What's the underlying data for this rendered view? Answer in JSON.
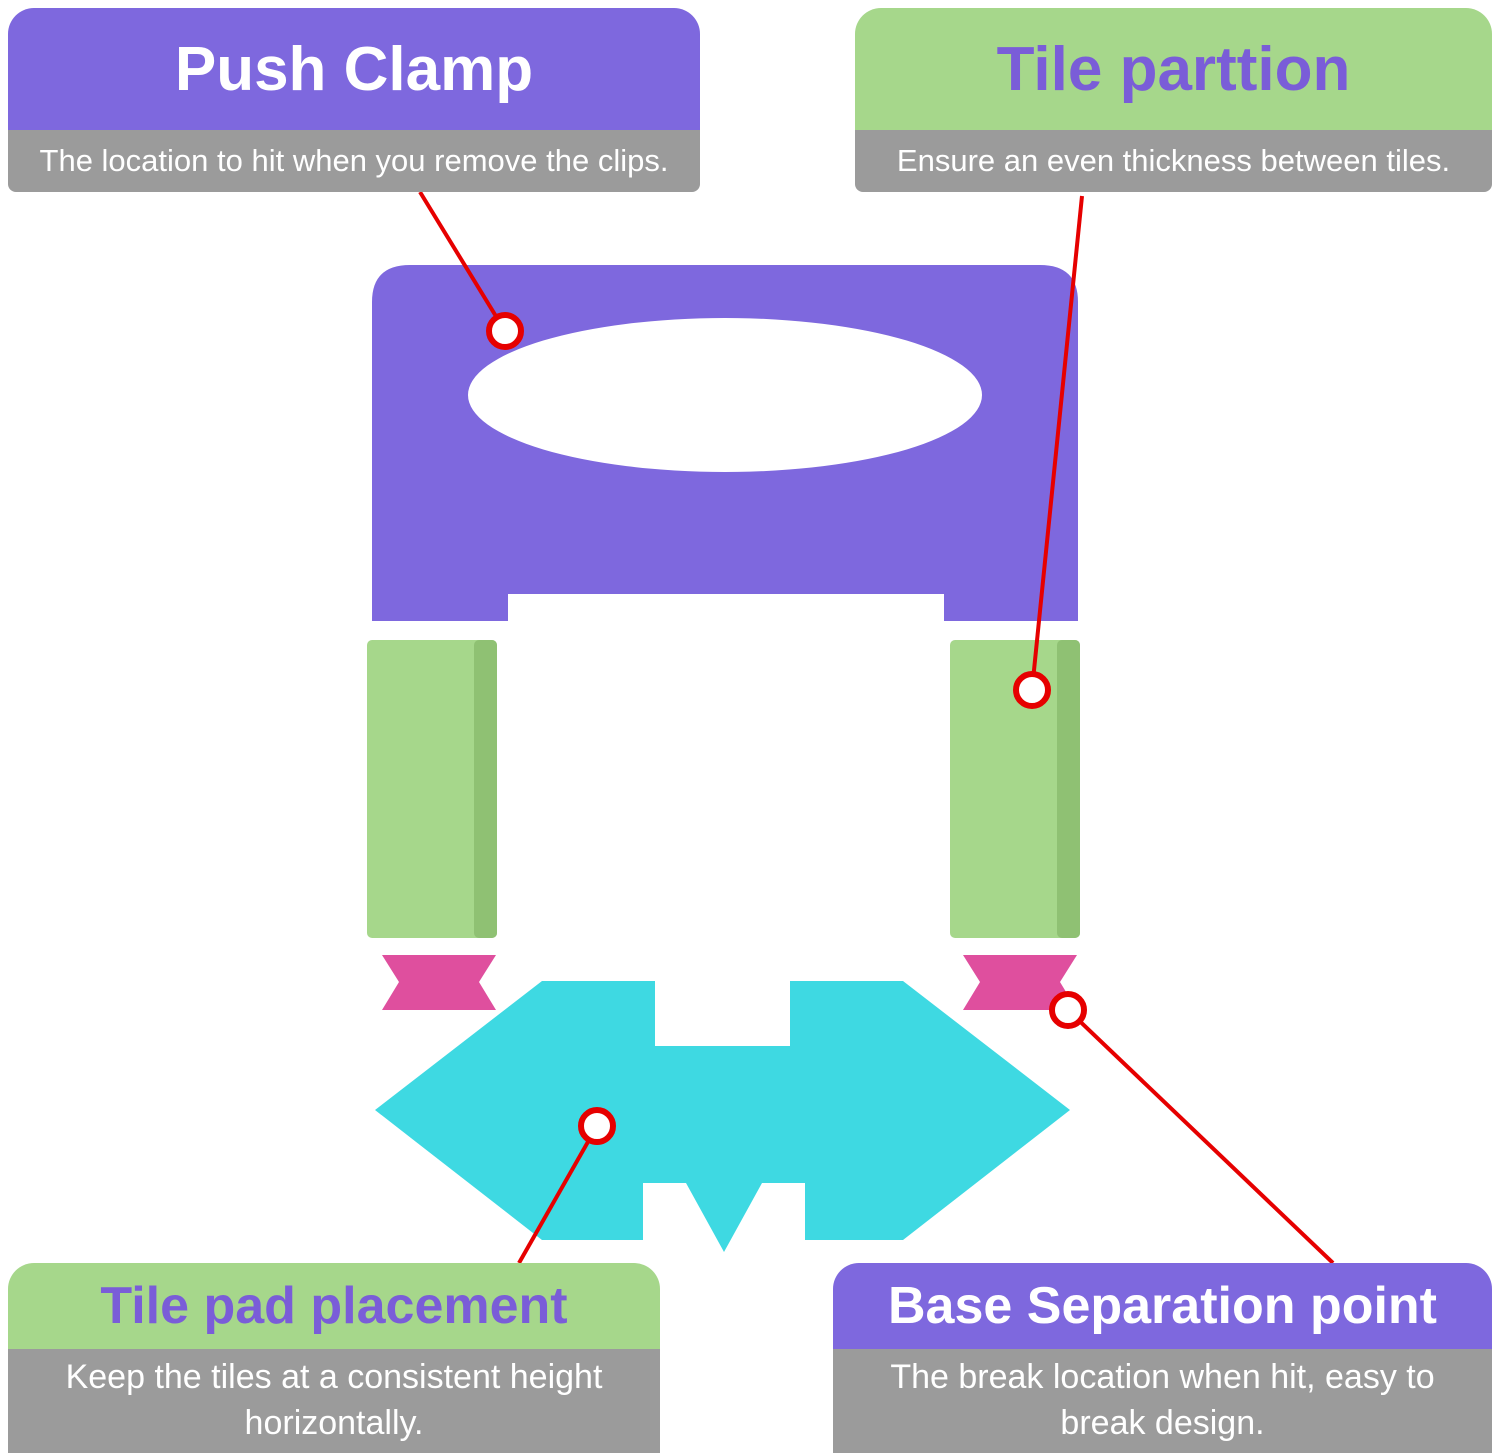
{
  "colors": {
    "purple": "#7e68de",
    "green": "#a6d78b",
    "green_shade": "#8fc173",
    "gray_bar": "#9b9b9b",
    "pink": "#df4f9e",
    "cyan": "#3ed9e2",
    "red": "#e60000",
    "white": "#ffffff",
    "title_on_green": "#7a5dd8"
  },
  "callouts": {
    "push_clamp": {
      "title": "Push Clamp",
      "desc": "The location to hit when you remove the clips."
    },
    "tile_partition": {
      "title": "Tile parttion",
      "desc": "Ensure an even thickness between tiles."
    },
    "tile_pad": {
      "title": "Tile pad placement",
      "desc": "Keep the tiles at a consistent height horizontally."
    },
    "base_separation": {
      "title": "Base Separation point",
      "desc": "The break location when hit, easy to break design."
    }
  }
}
